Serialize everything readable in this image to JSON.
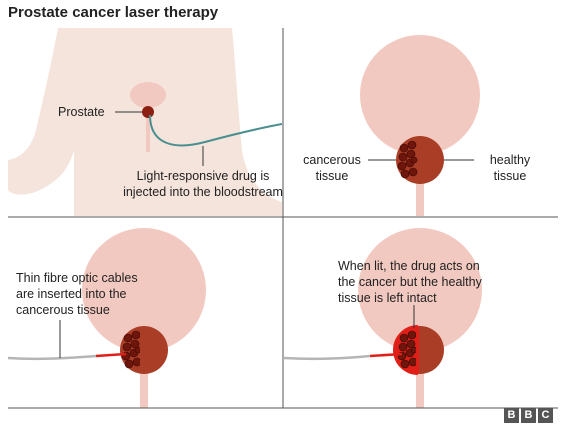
{
  "title": "Prostate cancer laser therapy",
  "panel1": {
    "prostate_label": "Prostate",
    "drug_label_line1": "Light-responsive drug is",
    "drug_label_line2": "injected into the bloodstream"
  },
  "panel2": {
    "cancerous_line1": "cancerous",
    "cancerous_line2": "tissue",
    "healthy_line1": "healthy",
    "healthy_line2": "tissue"
  },
  "panel3": {
    "line1": "Thin fibre optic cables",
    "line2": "are inserted into the",
    "line3": "cancerous tissue"
  },
  "panel4": {
    "line1": "When lit, the drug acts on",
    "line2": "the cancer but the healthy",
    "line3": "tissue is left intact"
  },
  "logo": [
    "B",
    "B",
    "C"
  ],
  "colors": {
    "bladder": "#f2c9c0",
    "skin": "#f5e4dc",
    "prostate_dark": "#8c1f12",
    "prostate_mid": "#a93d26",
    "laser_red": "#e02018",
    "drug_line": "#4a8f8f",
    "cable": "#b5b5b5"
  }
}
